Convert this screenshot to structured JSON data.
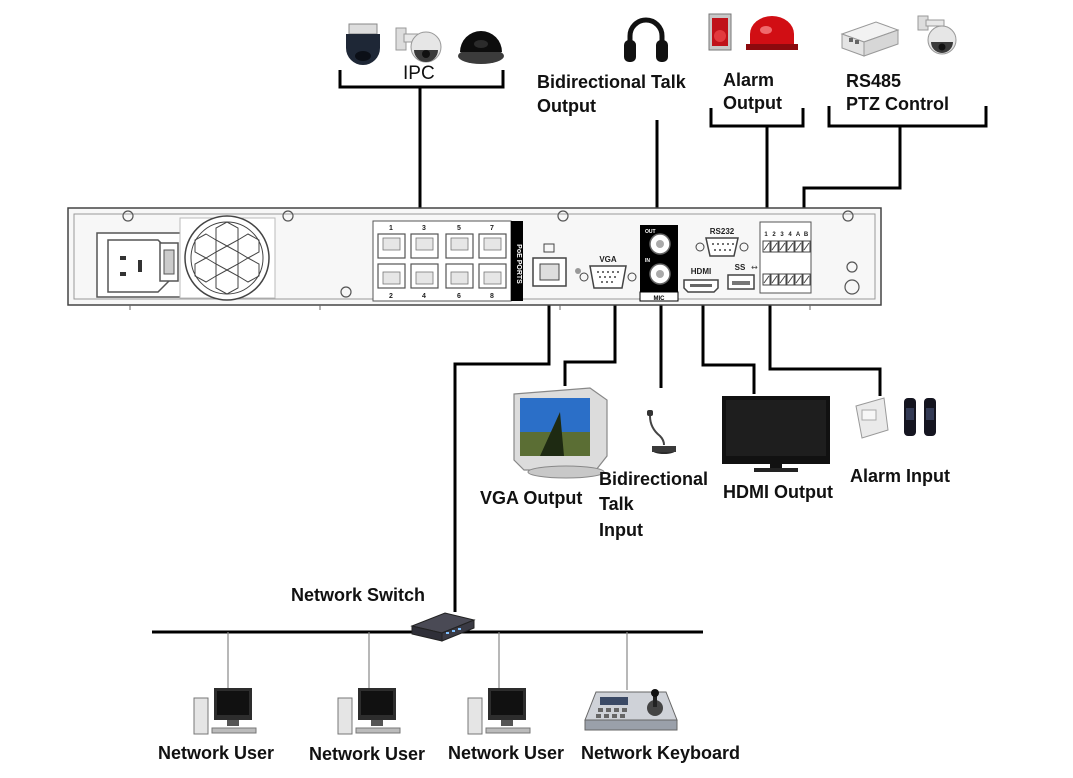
{
  "labels": {
    "ipc": "IPC",
    "talk_output": [
      "Bidirectional Talk",
      "Output"
    ],
    "alarm_output": [
      "Alarm",
      "Output"
    ],
    "ptz": [
      "RS485",
      "PTZ Control"
    ],
    "vga_output": "VGA Output",
    "talk_input": [
      "Bidirectional",
      "Talk",
      "Input"
    ],
    "hdmi_output": "HDMI Output",
    "alarm_input": "Alarm Input",
    "network_switch": "Network Switch",
    "network_user_1": "Network User",
    "network_user_2": "Network User",
    "network_user_3": "Network User",
    "network_keyboard": "Network Keyboard"
  },
  "panel": {
    "poe_ports_label": "PoE PORTS",
    "poe_top_numbers": [
      "1",
      "3",
      "5",
      "7"
    ],
    "poe_bottom_numbers": [
      "2",
      "4",
      "6",
      "8"
    ],
    "vga_label": "VGA",
    "rs232_label": "RS232",
    "hdmi_label": "HDMI",
    "out_label": "OUT",
    "in_label": "IN",
    "mic_label": "MIC",
    "usb_label": "SS",
    "relay_labels": [
      "1",
      "2",
      "3",
      "4",
      "A",
      "B"
    ]
  }
}
